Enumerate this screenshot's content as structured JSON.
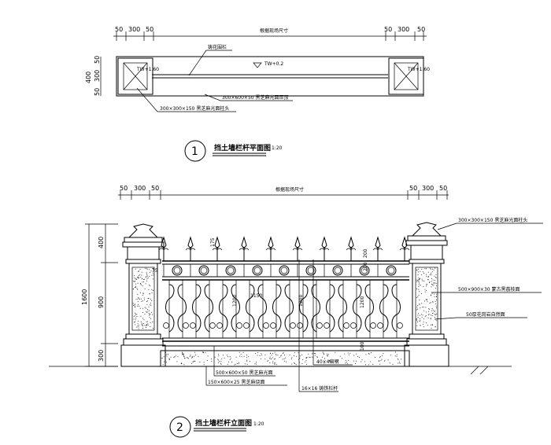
{
  "plan": {
    "dims_top": [
      "50",
      "300",
      "50",
      "根据现场尺寸",
      "50",
      "300",
      "50"
    ],
    "dims_left": [
      "50",
      "300",
      "50",
      "400"
    ],
    "post_label_left": "TW+1.60",
    "post_label_right": "TW+1.60",
    "rail_level": "TW+0.2",
    "callout_rail": "铸花围栏",
    "callout_coping": "300×600×50 黑芝麻光面压顶",
    "callout_post": "300×300×150 黑芝麻光面柱头",
    "title_number": "1",
    "title": "挡土墙栏杆平面图",
    "scale": "1:20"
  },
  "elevation": {
    "dims_top": [
      "50",
      "300",
      "50",
      "根据现场尺寸",
      "50",
      "300",
      "50"
    ],
    "dims_left": [
      "400",
      "900",
      "300",
      "1600"
    ],
    "dim_inner": [
      "75",
      "175",
      "1200",
      "1150",
      "1200",
      "200",
      "200",
      "1200",
      "100"
    ],
    "callout_cap": "300×300×150 黑芝麻光面柱头",
    "callout_panel": "500×900×30 蒙古黑荔枝面",
    "callout_stone": "50厚花岗岩自然面",
    "callout_base1": "500×600×50 黑芝麻光面",
    "callout_base2": "150×600×25 黑芝麻烧面",
    "callout_pickets": "16×16 铸铁栏杆",
    "callout_bar": "40×4扁钢",
    "title_number": "2",
    "title": "挡土墙栏杆立面图",
    "scale": "1:20"
  }
}
